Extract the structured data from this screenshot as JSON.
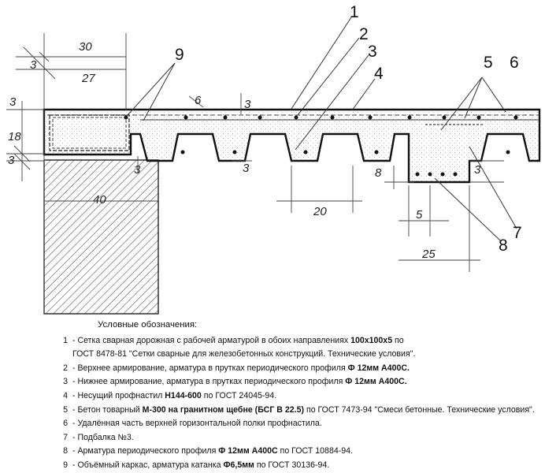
{
  "dimensions": {
    "d30": "30",
    "d3a": "3",
    "d27": "27",
    "d18": "18",
    "d3b": "3",
    "d3c": "3",
    "d6": "6",
    "d3d": "3",
    "d3e": "3",
    "d40": "40",
    "d8": "8",
    "d3f": "3",
    "d20": "20",
    "d5": "5",
    "d25": "25"
  },
  "callouts": {
    "c1": "1",
    "c2": "2",
    "c3": "3",
    "c4": "4",
    "c5": "5",
    "c6": "6",
    "c7": "7",
    "c8": "8",
    "c9": "9"
  },
  "legend": {
    "title": "Условные обозначения:",
    "items": [
      {
        "num": "1",
        "parts": [
          {
            "t": "- Сетка сварная дорожная с рабочей арматурой в обоих направлениях "
          },
          {
            "t": "100х100х5",
            "b": true
          },
          {
            "t": " по"
          }
        ]
      },
      {
        "num": "",
        "parts": [
          {
            "t": "ГОСТ 8478-81 \"Сетки сварные для железобетонных конструкций. Технические условия\"."
          }
        ]
      },
      {
        "num": "2",
        "parts": [
          {
            "t": "- Верхнее армирование, арматура в прутках периодического профиля "
          },
          {
            "t": "Ф 12мм А400С.",
            "b": true
          }
        ]
      },
      {
        "num": "3",
        "parts": [
          {
            "t": "- Нижнее армирование, арматура в прутках периодического профиля "
          },
          {
            "t": "Ф 12мм А400С.",
            "b": true
          }
        ]
      },
      {
        "num": "4",
        "parts": [
          {
            "t": "- Несущий профнастил "
          },
          {
            "t": "Н144-600",
            "b": true
          },
          {
            "t": " по ГОСТ 24045-94."
          }
        ]
      },
      {
        "num": "5",
        "parts": [
          {
            "t": "- Бетон товарный "
          },
          {
            "t": "М-300 на гранитном щебне (БСГ В 22.5)",
            "b": true
          },
          {
            "t": " по ГОСТ 7473-94 \"Смеси бетонные. Технические условия\"."
          }
        ]
      },
      {
        "num": "6",
        "parts": [
          {
            "t": "- Удалённая часть верхней горизонтальной полки профнастила."
          }
        ]
      },
      {
        "num": "7",
        "parts": [
          {
            "t": "- Подбалка №3."
          }
        ]
      },
      {
        "num": "8",
        "parts": [
          {
            "t": "- Арматура периодического профиля "
          },
          {
            "t": "Ф 12мм А400С",
            "b": true
          },
          {
            "t": " по ГОСТ 10884-94."
          }
        ]
      },
      {
        "num": "9",
        "parts": [
          {
            "t": "- Объёмный каркас, арматура катанка "
          },
          {
            "t": "Ф6,5мм",
            "b": true
          },
          {
            "t": " по ГОСТ 30136-94."
          }
        ]
      }
    ]
  }
}
